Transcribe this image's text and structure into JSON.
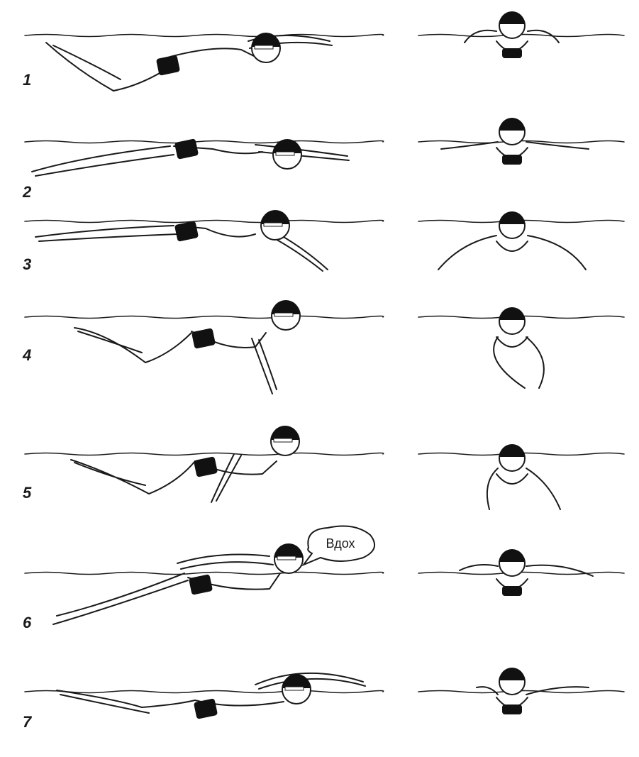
{
  "figure": {
    "title": "",
    "phases": [
      {
        "number": "1"
      },
      {
        "number": "2"
      },
      {
        "number": "3"
      },
      {
        "number": "4"
      },
      {
        "number": "5"
      },
      {
        "number": "6",
        "speech": "Вдох"
      },
      {
        "number": "7"
      }
    ]
  },
  "colors": {
    "ink": "#1a1a1a",
    "paper": "#ffffff",
    "trunks": "#111111"
  }
}
